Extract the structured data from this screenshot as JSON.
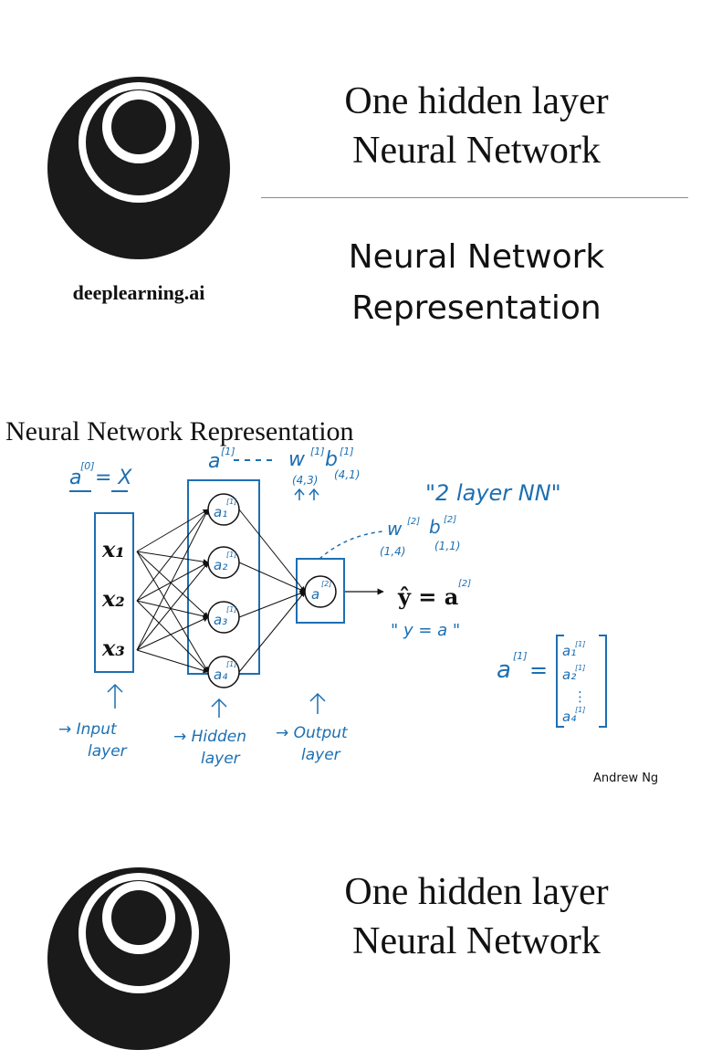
{
  "slide1": {
    "brand": "deeplearning.ai",
    "title_line1": "One hidden layer",
    "title_line2": "Neural Network",
    "subtitle_line1": "Neural Network",
    "subtitle_line2": "Representation"
  },
  "slide2": {
    "title": "Neural Network Representation",
    "author": "Andrew Ng",
    "annotations": {
      "a0": "a",
      "a0_sup": "[0]",
      "eq_x": "= X",
      "a1": "a",
      "a1_sup": "[1]",
      "w1": "w",
      "w1_sup": "[1]",
      "b1": "b",
      "b1_sup": "[1]",
      "w1_shape": "(4,3)",
      "b1_shape": "(4,1)",
      "two_layer": "\"2  layer  NN\"",
      "w2": "w",
      "w2_sup": "[2]",
      "b2": "b",
      "b2_sup": "[2]",
      "w2_shape": "(1,4)",
      "b2_shape": "(1,1)",
      "yhat_eq": "ŷ = a",
      "yhat_sup": "[2]",
      "yhat_quote": "\" y = a \"",
      "a1_vec": "a",
      "a1_vec_sup": "[1]",
      "input_label_1": "→ Input",
      "input_label_2": "layer",
      "hidden_label_1": "→ Hidden",
      "hidden_label_2": "layer",
      "output_label_1": "→ Output",
      "output_label_2": "layer"
    },
    "inputs": [
      "x1",
      "x2",
      "x3"
    ],
    "input_display": [
      "𝒙₁",
      "𝒙₂",
      "𝒙₃"
    ],
    "hidden_nodes": [
      "a1",
      "a2",
      "a3",
      "a4"
    ],
    "hidden_display": [
      "a₁",
      "a₂",
      "a₃",
      "a₄"
    ],
    "hidden_sup": "[1]",
    "output_node": "a",
    "output_sup": "[2]",
    "vector_entries": [
      "a₁",
      "a₂",
      "⋮",
      "a₄"
    ],
    "vector_sup": "[1]"
  },
  "slide3": {
    "title_line1": "One hidden layer",
    "title_line2": "Neural Network"
  },
  "colors": {
    "ink": "#111111",
    "pen": "#1d6fb2",
    "divider": "#8a8a8a"
  }
}
